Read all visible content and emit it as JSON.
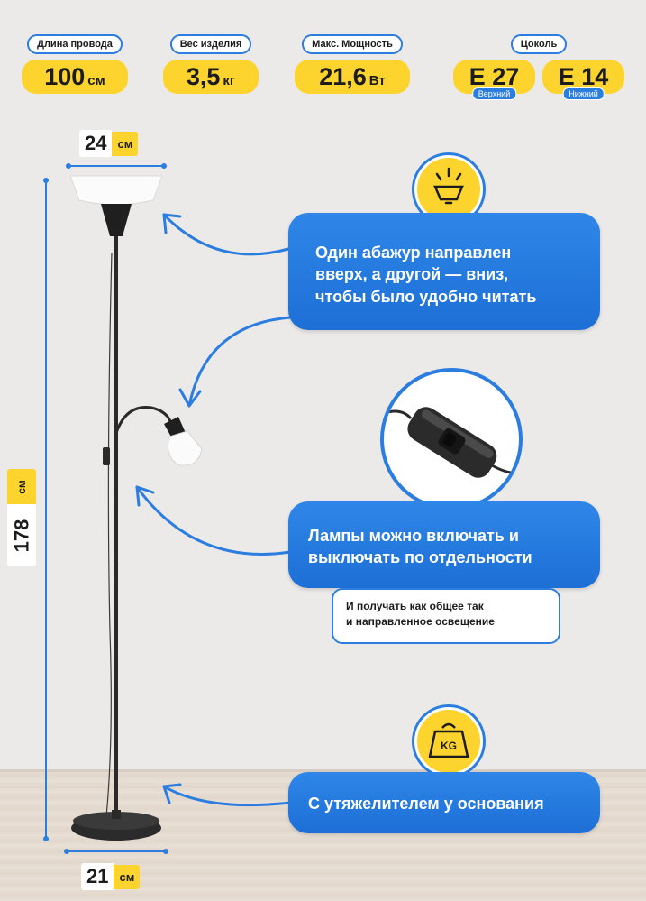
{
  "specs": {
    "cord": {
      "label": "Длина провода",
      "value": "100",
      "unit": "см"
    },
    "weight": {
      "label": "Вес изделия",
      "value": "3,5",
      "unit": "кг"
    },
    "power": {
      "label": "Макс. Мощность",
      "value": "21,6",
      "unit": "Вт"
    },
    "socket": {
      "label": "Цоколь",
      "upper": {
        "value": "E 27",
        "sub": "Верхний"
      },
      "lower": {
        "value": "E 14",
        "sub": "Нижний"
      }
    }
  },
  "dimensions": {
    "top": {
      "value": "24",
      "unit": "см"
    },
    "height": {
      "value": "178",
      "unit": "см"
    },
    "base": {
      "value": "21",
      "unit": "см"
    }
  },
  "callouts": {
    "shades": {
      "line1": "Один абажур направлен",
      "line2": "вверх, а другой — вниз,",
      "line3": "чтобы было удобно читать"
    },
    "switch": {
      "line1": "Лампы можно включать и",
      "line2": "выключать по отдельности"
    },
    "switch_note": {
      "line1": "И получать как общее так",
      "line2": "и направленное освещение"
    },
    "base": {
      "text": "С утяжелителем у основания"
    },
    "weight_icon_text": "KG"
  },
  "colors": {
    "accent_yellow": "#fdd32e",
    "accent_blue": "#2b7de0"
  }
}
